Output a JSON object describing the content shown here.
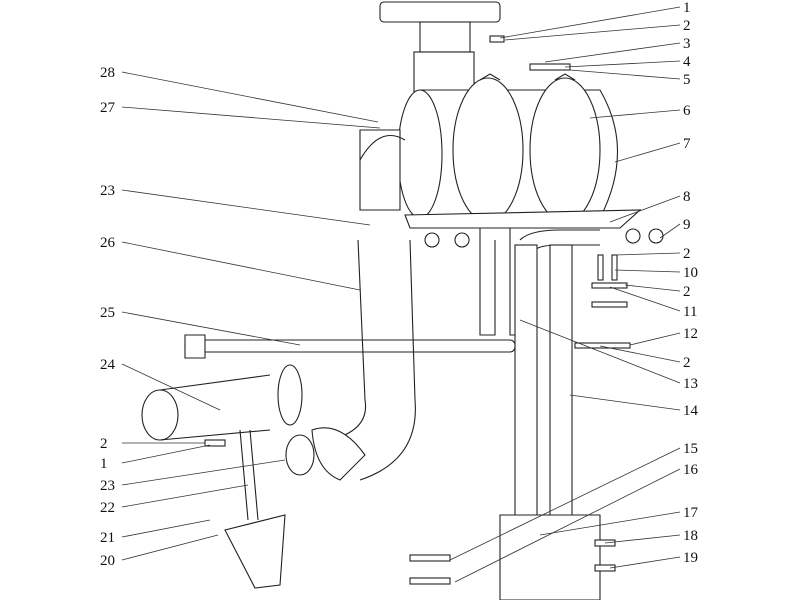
{
  "callouts_right": [
    "1",
    "2",
    "3",
    "4",
    "5",
    "6",
    "7",
    "8",
    "9",
    "2",
    "10",
    "2",
    "11",
    "12",
    "2",
    "13",
    "14",
    "15",
    "16",
    "17",
    "18",
    "19"
  ],
  "callouts_left": [
    "28",
    "27",
    "23",
    "26",
    "25",
    "24",
    "2",
    "1",
    "23",
    "22",
    "21",
    "20"
  ]
}
